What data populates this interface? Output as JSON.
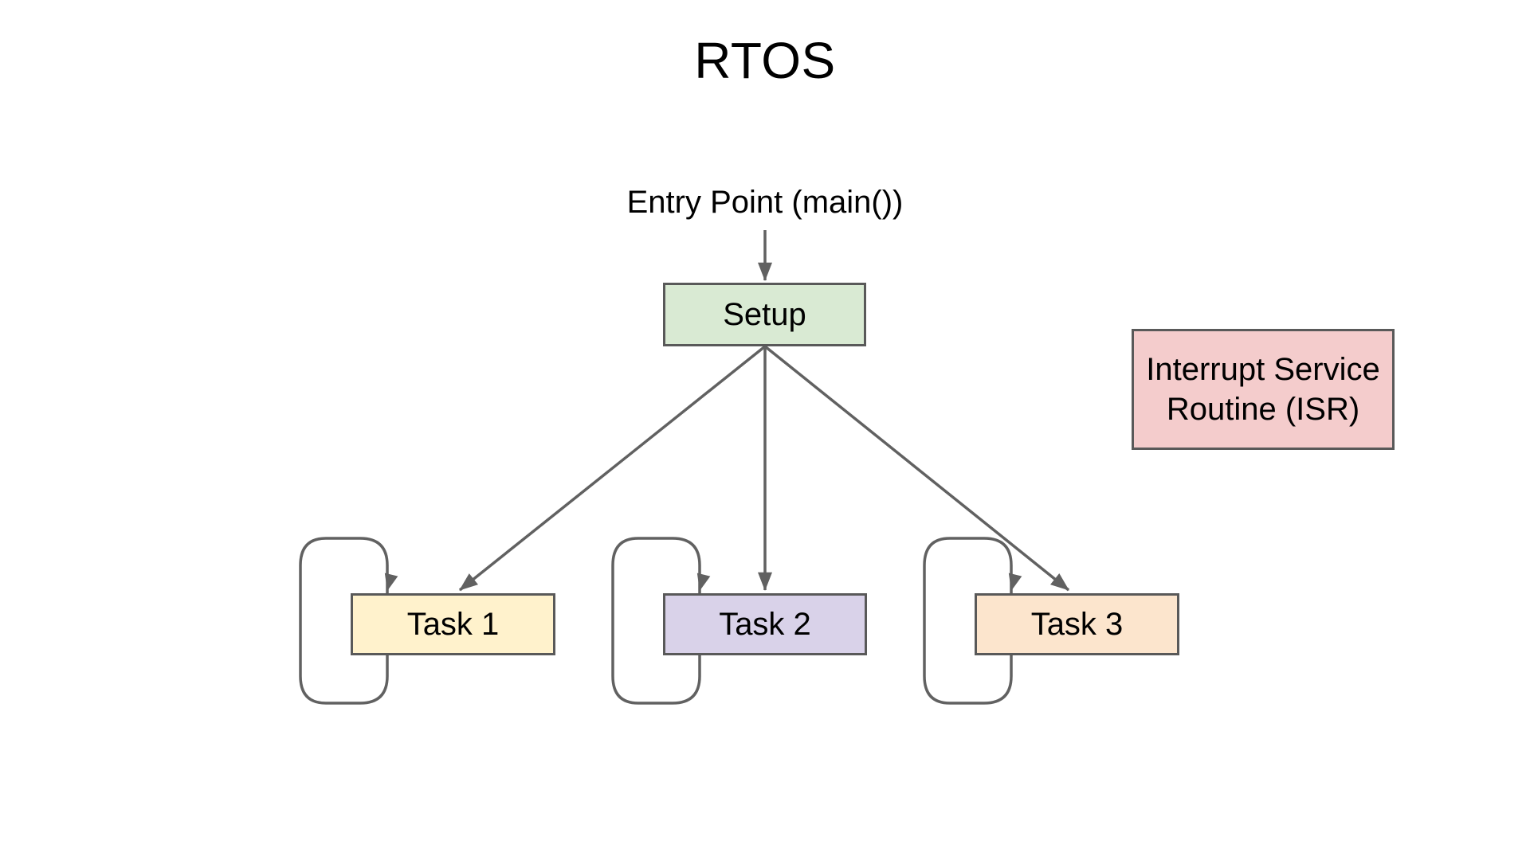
{
  "diagram": {
    "title": "RTOS",
    "entry_label": "Entry Point (main())",
    "nodes": [
      {
        "id": "setup",
        "label": "Setup"
      },
      {
        "id": "task_1",
        "label": "Task 1"
      },
      {
        "id": "task_2",
        "label": "Task 2"
      },
      {
        "id": "task_3",
        "label": "Task 3"
      },
      {
        "id": "isr",
        "label": "Interrupt Service Routine (ISR)"
      }
    ],
    "edges": [
      {
        "from": "entry_point",
        "to": "setup",
        "kind": "arrow"
      },
      {
        "from": "setup",
        "to": "task_1",
        "kind": "arrow"
      },
      {
        "from": "setup",
        "to": "task_2",
        "kind": "arrow"
      },
      {
        "from": "setup",
        "to": "task_3",
        "kind": "arrow"
      },
      {
        "from": "task_1",
        "to": "task_1",
        "kind": "self_loop"
      },
      {
        "from": "task_2",
        "to": "task_2",
        "kind": "self_loop"
      },
      {
        "from": "task_3",
        "to": "task_3",
        "kind": "self_loop"
      }
    ]
  },
  "colors": {
    "canvas-bg": "#ffffff",
    "text-color": "#000000",
    "line-color": "#616161",
    "box-border": "#595959",
    "setup-fill": "#d9ead3",
    "task1-fill": "#fff2cc",
    "task2-fill": "#d9d2e9",
    "task3-fill": "#fce5cd",
    "isr-fill": "#f4cccc"
  }
}
